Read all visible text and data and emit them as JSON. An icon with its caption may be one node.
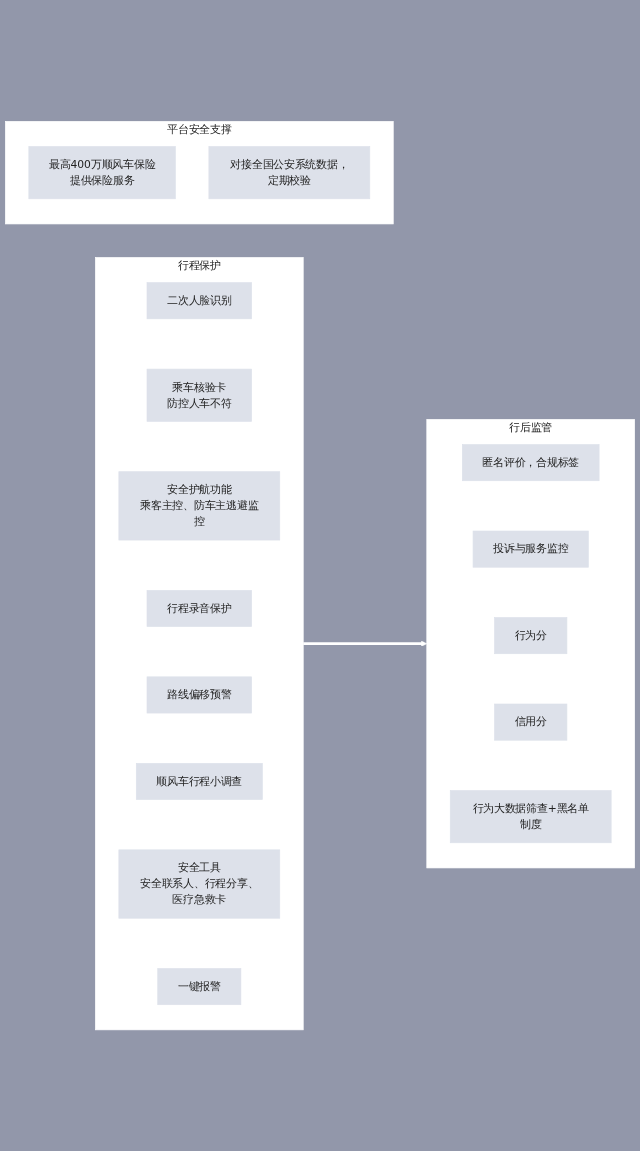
{
  "diagram": {
    "nodes": [
      {
        "text": [
          "行程保护"
        ]
      },
      {
        "text": [
          "二次人脸识别"
        ],
        "in": 0
      },
      {
        "text": [
          "乘车核验卡",
          "防控人车不符"
        ],
        "in": 0
      },
      {
        "text": [
          "安全护航功能",
          "乘客主控、防车主逃避监控"
        ],
        "in": 0
      },
      {
        "text": [
          "行程录音保护"
        ],
        "in": 0
      },
      {
        "text": [
          "路线偏移预警"
        ],
        "in": 0
      },
      {
        "text": [
          "顺风车行程小调查"
        ],
        "in": 0
      },
      {
        "text": [
          "安全工具",
          "安全联系人、行程分享、医疗急救卡"
        ],
        "in": 0
      },
      {
        "text": [
          "一键报警"
        ],
        "in": 0
      },
      {
        "text": [
          "行后监管"
        ]
      },
      {
        "text": [
          "匿名评价，合规标签"
        ],
        "in": 9
      },
      {
        "text": [
          "投诉与服务监控"
        ],
        "in": 9
      },
      {
        "text": [
          "行为分"
        ],
        "in": 9
      },
      {
        "text": [
          "信用分"
        ],
        "in": 9
      },
      {
        "text": [
          "行为大数据筛查+黑名单制度"
        ],
        "in": 9
      },
      {
        "text": [
          "平台安全支撑"
        ]
      },
      {
        "text": [
          "最高400万顺风车保险",
          "提供保险服务"
        ],
        "in": 15
      },
      {
        "text": [
          "对接全国公安系统数据，定期校验"
        ],
        "in": 15
      }
    ],
    "edges": [
      {
        "from": 0,
        "to": 9,
        "arrow": "to"
      }
    ]
  }
}
